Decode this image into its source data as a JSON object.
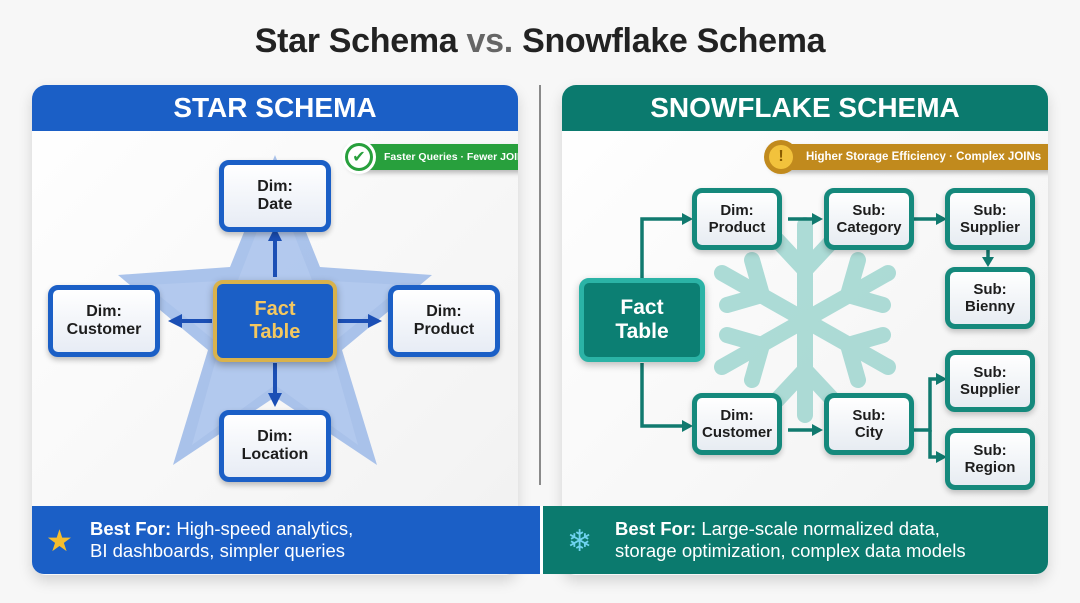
{
  "title": {
    "main": "Star Schema",
    "vs": "vs.",
    "second": "Snowflake Schema"
  },
  "star": {
    "header": "STAR SCHEMA",
    "badge": {
      "icon": "check-circle-icon",
      "text": "Faster Queries · Fewer JOINs",
      "color": "#28a03d"
    },
    "fact": {
      "line1": "Fact",
      "line2": "Table"
    },
    "dims": {
      "date": {
        "line1": "Dim:",
        "line2": "Date"
      },
      "customer": {
        "line1": "Dim:",
        "line2": "Customer"
      },
      "product": {
        "line1": "Dim:",
        "line2": "Product"
      },
      "location": {
        "line1": "Dim:",
        "line2": "Location"
      }
    },
    "footer": {
      "icon": "star-icon",
      "label": "Best For:",
      "line1": " High-speed analytics,",
      "line2": "BI dashboards, simpler queries"
    },
    "accent": "#1b5fc6"
  },
  "snow": {
    "header": "SNOWFLAKE SCHEMA",
    "badge": {
      "icon": "warning-icon",
      "text": "Higher Storage Efficiency · Complex JOINs",
      "color": "#c18a1d"
    },
    "fact": {
      "line1": "Fact",
      "line2": "Table"
    },
    "nodes": {
      "dim_product": {
        "line1": "Dim:",
        "line2": "Product"
      },
      "sub_category": {
        "line1": "Sub:",
        "line2": "Category"
      },
      "sub_supplier_1": {
        "line1": "Sub:",
        "line2": "Supplier"
      },
      "sub_bienny": {
        "line1": "Sub:",
        "line2": "Bienny"
      },
      "dim_customer": {
        "line1": "Dim:",
        "line2": "Customer"
      },
      "sub_city": {
        "line1": "Sub:",
        "line2": "City"
      },
      "sub_supplier_2": {
        "line1": "Sub:",
        "line2": "Supplier"
      },
      "sub_region": {
        "line1": "Sub:",
        "line2": "Region"
      }
    },
    "footer": {
      "icon": "snowflake-icon",
      "label": "Best For:",
      "line1": " Large-scale normalized data,",
      "line2": "storage optimization, complex data models"
    },
    "accent": "#0b7a6e"
  }
}
